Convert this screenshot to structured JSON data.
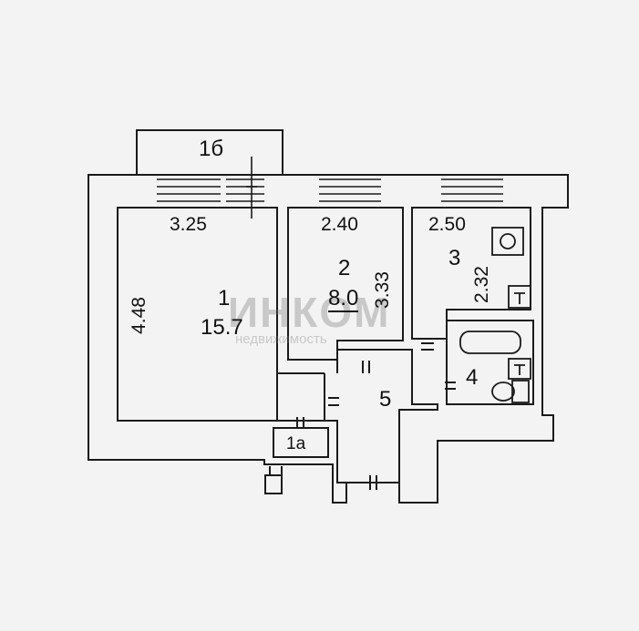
{
  "rooms": {
    "r1": {
      "number": "1",
      "area": "15.7"
    },
    "r1a": {
      "number": "1а"
    },
    "r1b": {
      "number": "1б"
    },
    "r2": {
      "number": "2",
      "area": "8.0"
    },
    "r3": {
      "number": "3"
    },
    "r4": {
      "number": "4"
    },
    "r5": {
      "number": "5"
    }
  },
  "dimensions": {
    "r1_width": "3.25",
    "r1_length": "4.48",
    "r2_width": "2.40",
    "r2_length": "3.33",
    "r3_width": "2.50",
    "r3_length": "2.32"
  },
  "watermark": {
    "brand": "ИНКОМ",
    "subtitle": "недвижимость"
  },
  "colors": {
    "line": "#1a1a1a",
    "background": "#f3f3f3"
  }
}
